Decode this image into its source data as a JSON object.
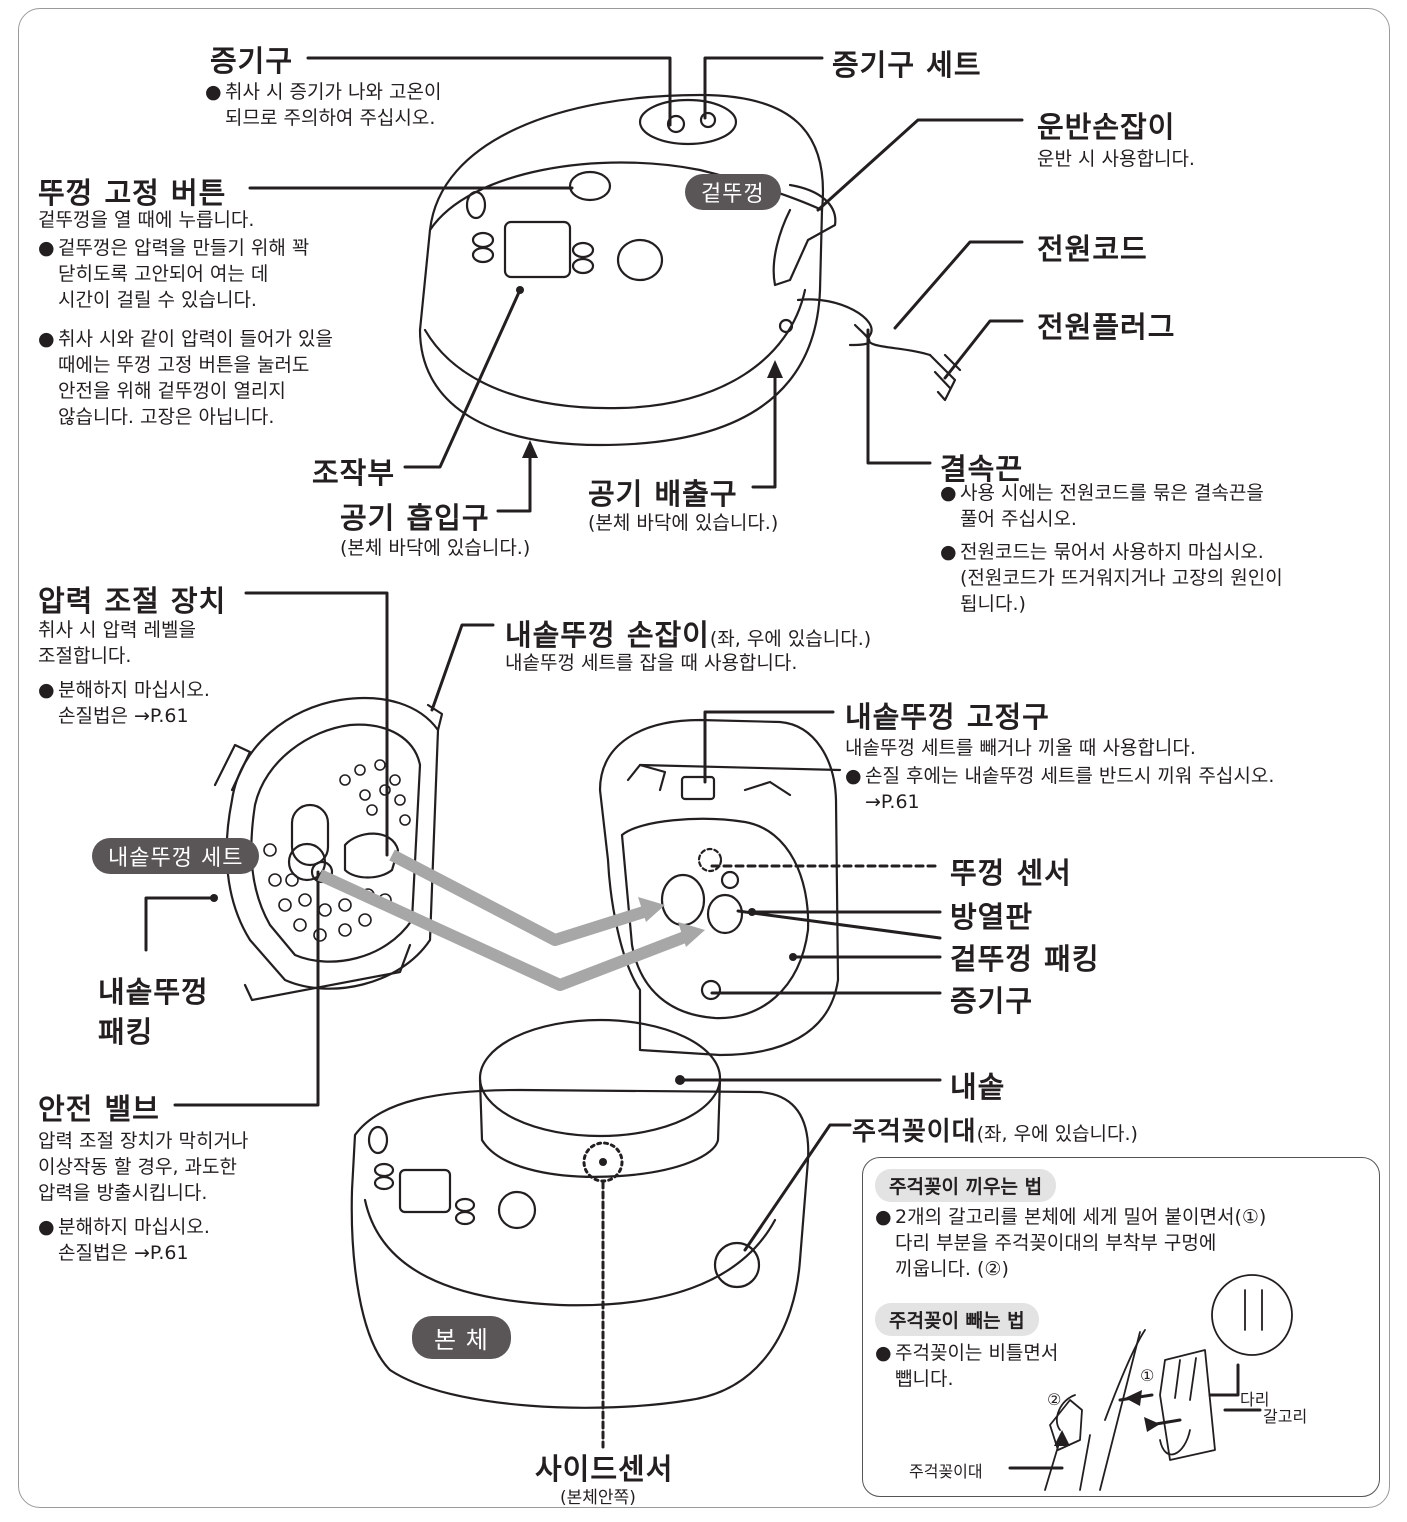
{
  "labels": {
    "steam_vent_top": "증기구",
    "steam_vent_top_note": "취사 시 증기가 나와 고온이",
    "steam_vent_top_note2": "되므로 주의하여 주십시오.",
    "steam_vent_set": "증기구 세트",
    "carry_handle": "운반손잡이",
    "carry_handle_desc": "운반 시 사용합니다.",
    "outer_lid": "겉뚜껑",
    "lid_button": "뚜껑 고정 버튼",
    "lid_button_desc": "겉뚜껑을 열 때에 누릅니다.",
    "lid_button_note1": [
      "겉뚜껑은 압력을 만들기 위해 꽉",
      "닫히도록 고안되어 여는 데",
      "시간이 걸릴 수 있습니다."
    ],
    "lid_button_note2": [
      "취사 시와 같이 압력이 들어가 있을",
      "때에는 뚜껑 고정 버튼을 눌러도",
      "안전을 위해 겉뚜껑이 열리지",
      "않습니다. 고장은 아닙니다."
    ],
    "power_cord": "전원코드",
    "power_plug": "전원플러그",
    "control_panel": "조작부",
    "air_intake": "공기 흡입구",
    "air_intake_desc": "(본체 바닥에 있습니다.)",
    "air_exhaust": "공기 배출구",
    "air_exhaust_desc": "(본체 바닥에 있습니다.)",
    "tie": "결속끈",
    "tie_note1": [
      "사용 시에는 전원코드를 묶은 결속끈을",
      "풀어 주십시오."
    ],
    "tie_note2": [
      "전원코드는 묶어서 사용하지 마십시오.",
      "(전원코드가 뜨거워지거나 고장의 원인이",
      "됩니다.)"
    ],
    "pressure_regulator": "압력 조절 장치",
    "pressure_regulator_desc": [
      "취사 시 압력 레벨을",
      "조절합니다."
    ],
    "pressure_regulator_note": [
      "분해하지 마십시오.",
      "손질법은 →P.61"
    ],
    "inner_lid_handle": "내솥뚜껑 손잡이",
    "inner_lid_handle_side": "(좌, 우에 있습니다.)",
    "inner_lid_handle_desc": "내솥뚜껑 세트를 잡을 때 사용합니다.",
    "inner_lid_holder": "내솥뚜껑 고정구",
    "inner_lid_holder_desc": "내솥뚜껑 세트를 빼거나 끼울 때 사용합니다.",
    "inner_lid_holder_note": [
      "손질 후에는 내솥뚜껑 세트를 반드시 끼워 주십시오.",
      "→P.61"
    ],
    "inner_lid_set": "내솥뚜껑 세트",
    "lid_sensor": "뚜껑 센서",
    "heat_plate": "방열판",
    "outer_lid_packing": "겉뚜껑 패킹",
    "steam_port": "증기구",
    "inner_lid_packing": [
      "내솥뚜껑",
      "패킹"
    ],
    "inner_pot": "내솥",
    "safety_valve": "안전 밸브",
    "safety_valve_desc": [
      "압력 조절 장치가 막히거나",
      "이상작동 할 경우, 과도한",
      "압력을 방출시킵니다."
    ],
    "safety_valve_note": [
      "분해하지 마십시오.",
      "손질법은 →P.61"
    ],
    "paddle_holder": "주걱꽂이대",
    "paddle_holder_side": "(좌, 우에 있습니다.)",
    "body": "본 체",
    "side_sensor": "사이드센서",
    "side_sensor_desc": "(본체안쪽)"
  },
  "note_box": {
    "attach_title": "주걱꽂이 끼우는 법",
    "attach_text": [
      "2개의 갈고리를 본체에 세게 밀어 붙이면서(①)",
      "다리 부분을 주걱꽂이대의 부착부 구멍에",
      "끼웁니다. (②)"
    ],
    "remove_title": "주걱꽂이 빼는 법",
    "remove_text": [
      "주걱꽂이는 비틀면서",
      "뺍니다."
    ],
    "leg": "다리",
    "hook": "갈고리",
    "holder": "주걱꽂이대",
    "step1": "①",
    "step2": "②"
  },
  "bullet": "●",
  "colors": {
    "pill": "#5a5657",
    "arrow": "#a7a7a7",
    "ink": "#231f20"
  }
}
